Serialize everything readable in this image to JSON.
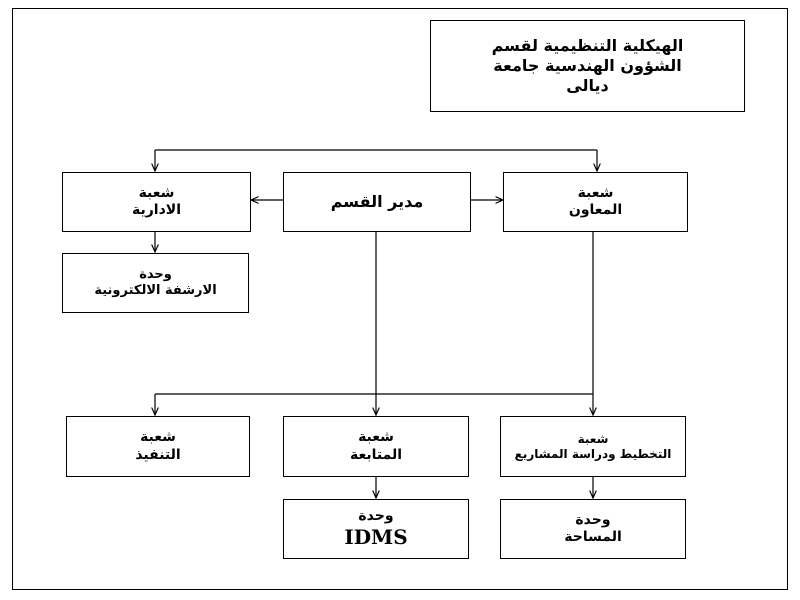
{
  "title": {
    "line1": "الهيكلية التنظيمية لقسم",
    "line2": "الشؤون الهندسية جامعة",
    "line3": "ديالى"
  },
  "nodes": {
    "head": {
      "line1": "مدير القسم"
    },
    "admin": {
      "line1": "شعبة",
      "line2": "الادارية"
    },
    "assistant": {
      "line1": "شعبة",
      "line2": "المعاون"
    },
    "archive": {
      "line1": "وحدة",
      "line2": "الارشفة الالكترونية"
    },
    "execution": {
      "line1": "شعبة",
      "line2": "التنفيذ"
    },
    "followup": {
      "line1": "شعبة",
      "line2": "المتابعة"
    },
    "planning": {
      "line1": "شعبة",
      "line2": "التخطيط ودراسة المشاريع"
    },
    "idms": {
      "line1": "وحدة",
      "line2": "IDMS"
    },
    "survey": {
      "line1": "وحدة",
      "line2": "المساحة"
    }
  }
}
